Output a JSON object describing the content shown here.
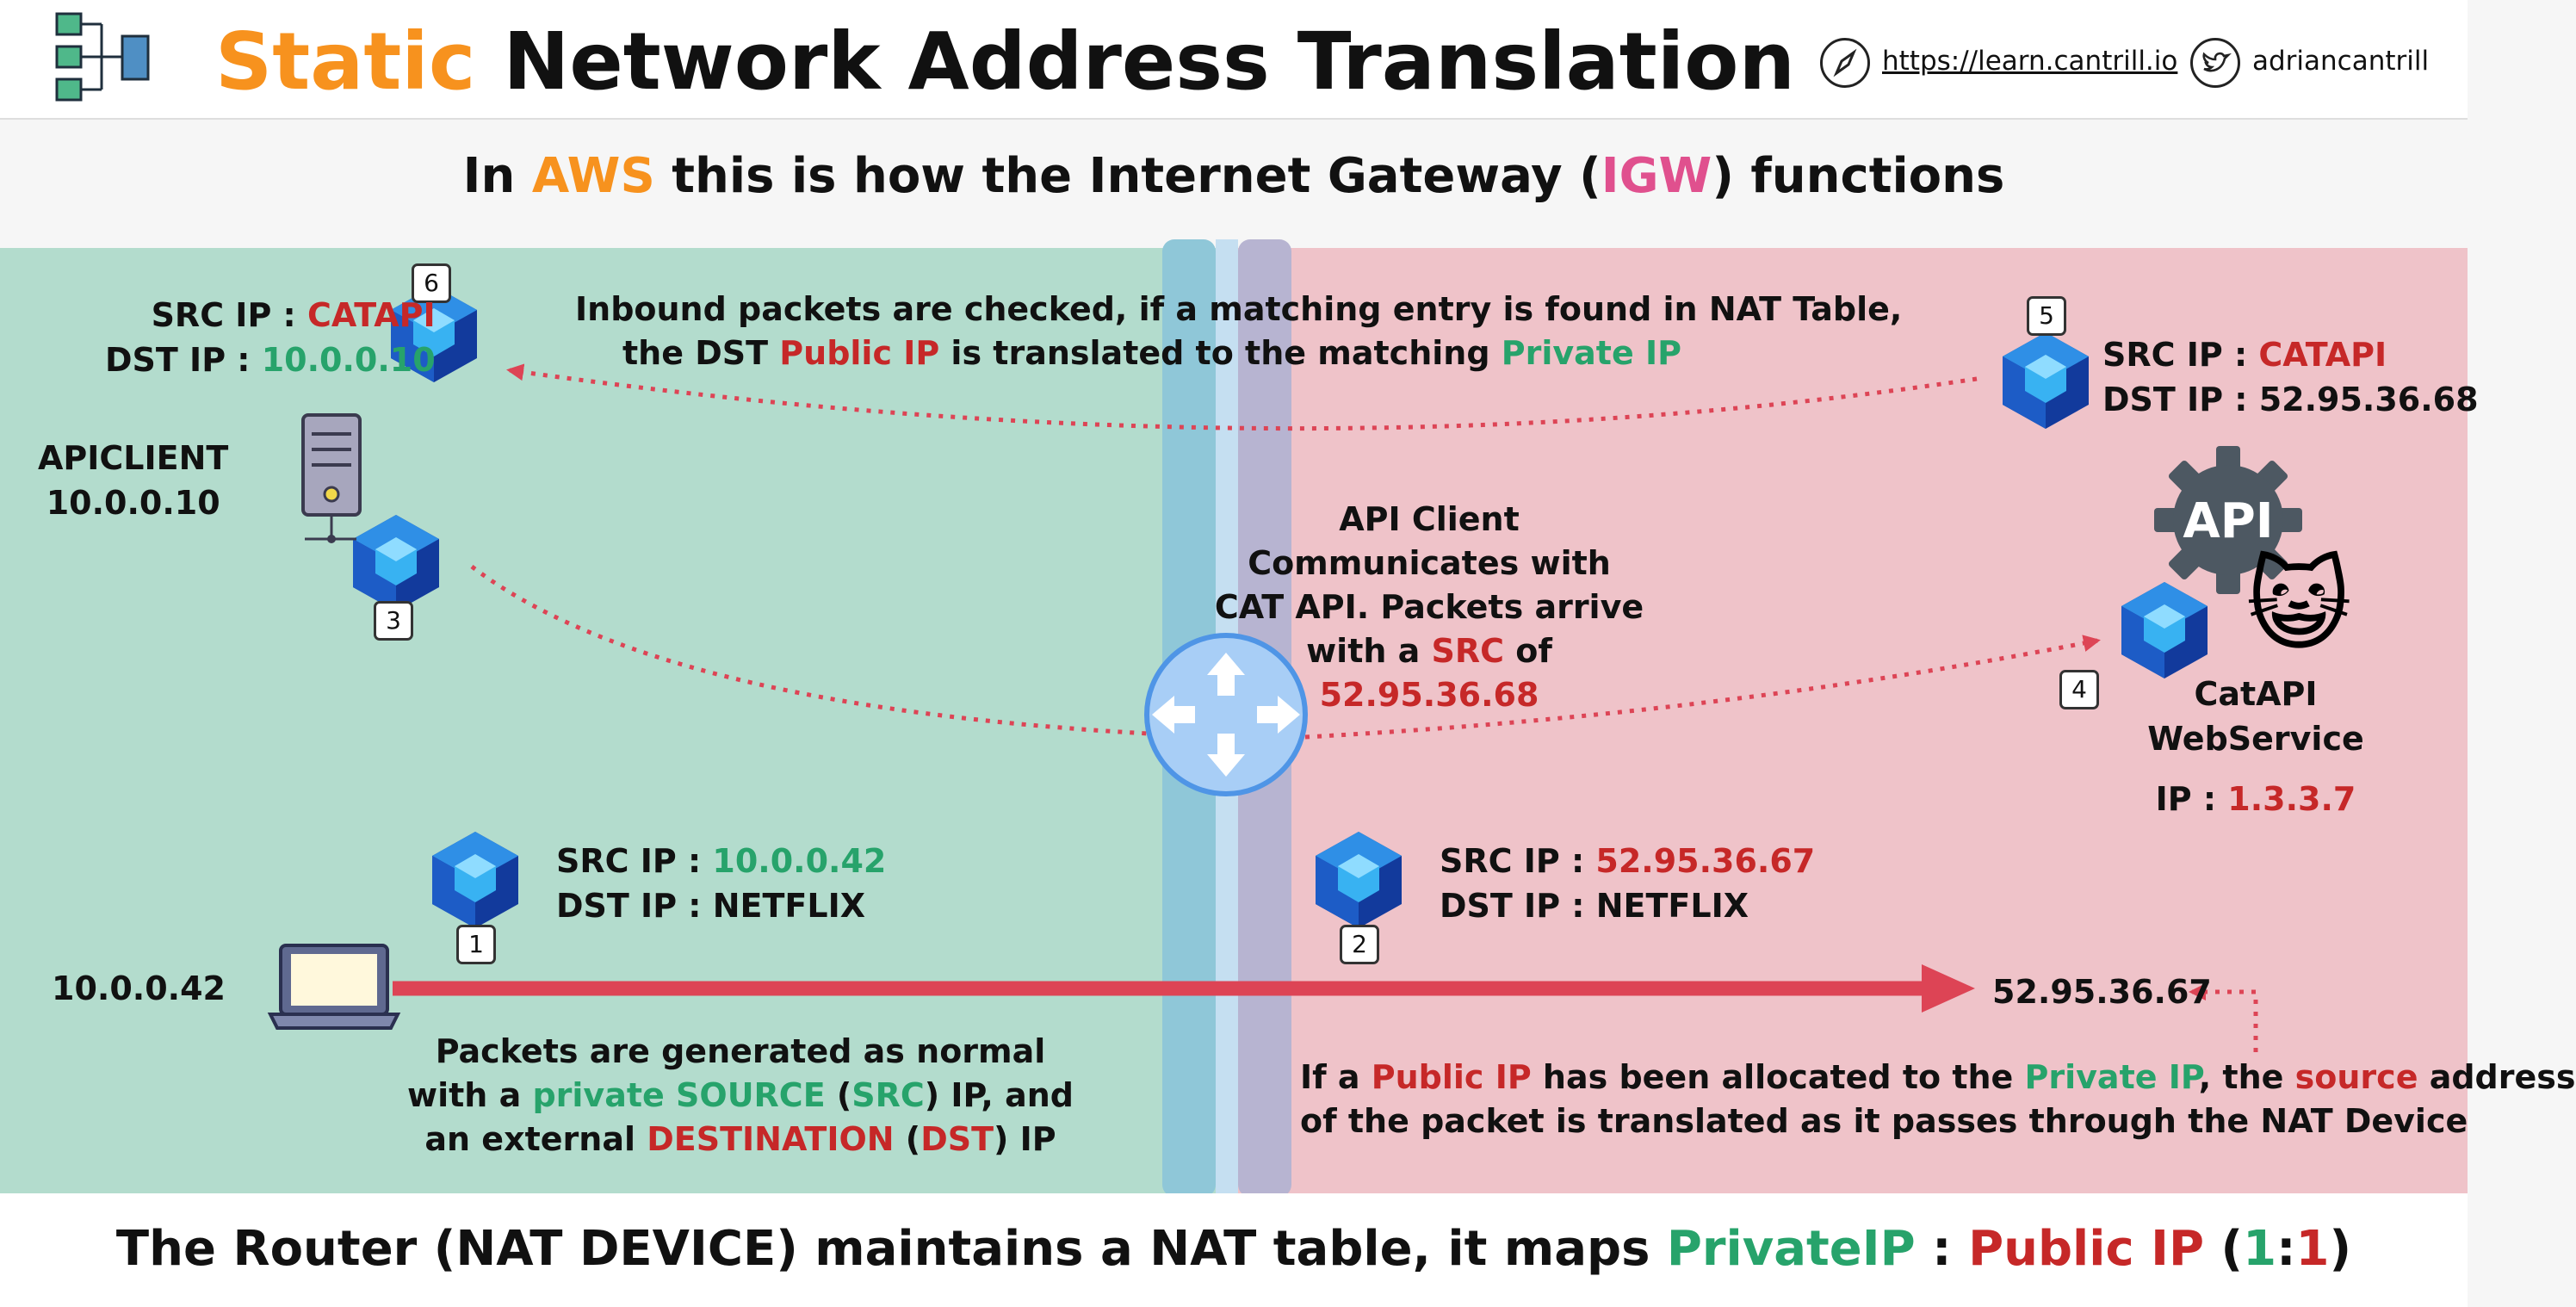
{
  "header": {
    "title_highlight": "Static",
    "title_rest": " Network Address Translation",
    "link": "https://learn.cantrill.io",
    "handle": "adriancantrill"
  },
  "subtitle": {
    "a": "In ",
    "b": "AWS",
    "c": " this is how the Internet Gateway (",
    "d": "IGW",
    "e": ") functions"
  },
  "steps": [
    "1",
    "2",
    "3",
    "4",
    "5",
    "6"
  ],
  "labels": {
    "src": "SRC IP : ",
    "dst": "DST IP : "
  },
  "packet1": {
    "src": "10.0.0.42",
    "dst": "NETFLIX"
  },
  "packet2": {
    "src": "52.95.36.67",
    "dst": "NETFLIX"
  },
  "packet5": {
    "src": "CATAPI",
    "dst": "52.95.36.68"
  },
  "packet6": {
    "src": "CATAPI",
    "dst": "10.0.0.10"
  },
  "apiclient": {
    "name": "APICLIENT",
    "ip": "10.0.0.10"
  },
  "laptop": {
    "ip": "10.0.0.42"
  },
  "public_ip": "52.95.36.67",
  "catapi": {
    "name1": "CatAPI",
    "name2": "WebService",
    "ip_label": "IP : ",
    "ip": "1.3.3.7",
    "gear_text": "API",
    "emoji": "😺"
  },
  "inbound_note": {
    "l1": "Inbound packets are checked, if a matching entry is found in NAT Table,",
    "l2a": "the DST ",
    "l2b": "Public IP",
    "l2c": " is translated to the matching ",
    "l2d": "Private IP"
  },
  "router_note": {
    "l1": "API Client",
    "l2": "Communicates with",
    "l3": "CAT API. Packets arrive",
    "l4a": "with a ",
    "l4b": "SRC",
    "l4c": " of",
    "l5": "52.95.36.68"
  },
  "private_note": {
    "l1": "Packets are generated as normal",
    "l2a": "with a ",
    "l2b": "private SOURCE",
    "l2c": " (",
    "l2d": "SRC",
    "l2e": ") IP, and",
    "l3a": "an external ",
    "l3b": "DESTINATION",
    "l3c": " (",
    "l3d": "DST",
    "l3e": ") IP"
  },
  "public_note": {
    "l1a": "If a ",
    "l1b": "Public IP",
    "l1c": " has been allocated to the ",
    "l1d": "Private IP",
    "l1e": ", the ",
    "l1f": "source",
    "l1g": " address",
    "l2": "of the packet is translated as it passes through the NAT Device"
  },
  "footer": {
    "a": "The Router (NAT DEVICE) maintains a NAT table, it maps ",
    "b": "PrivateIP",
    "c": " : ",
    "d": "Public IP",
    "e": " (",
    "f": "1",
    "g": ":",
    "h": "1",
    "i": ")"
  },
  "colors": {
    "orange": "#f7921e",
    "green": "#27a36b",
    "red": "#c62828",
    "pink": "#e0508e",
    "private_zone": "#b3dccd",
    "public_zone": "#efc3c9",
    "arrow": "#dd4455"
  },
  "icons": [
    "network-logo-icon",
    "compass-icon",
    "twitter-icon",
    "server-icon",
    "laptop-icon",
    "packet-cube-icon",
    "router-icon",
    "api-gear-icon",
    "cat-emoji-icon"
  ]
}
